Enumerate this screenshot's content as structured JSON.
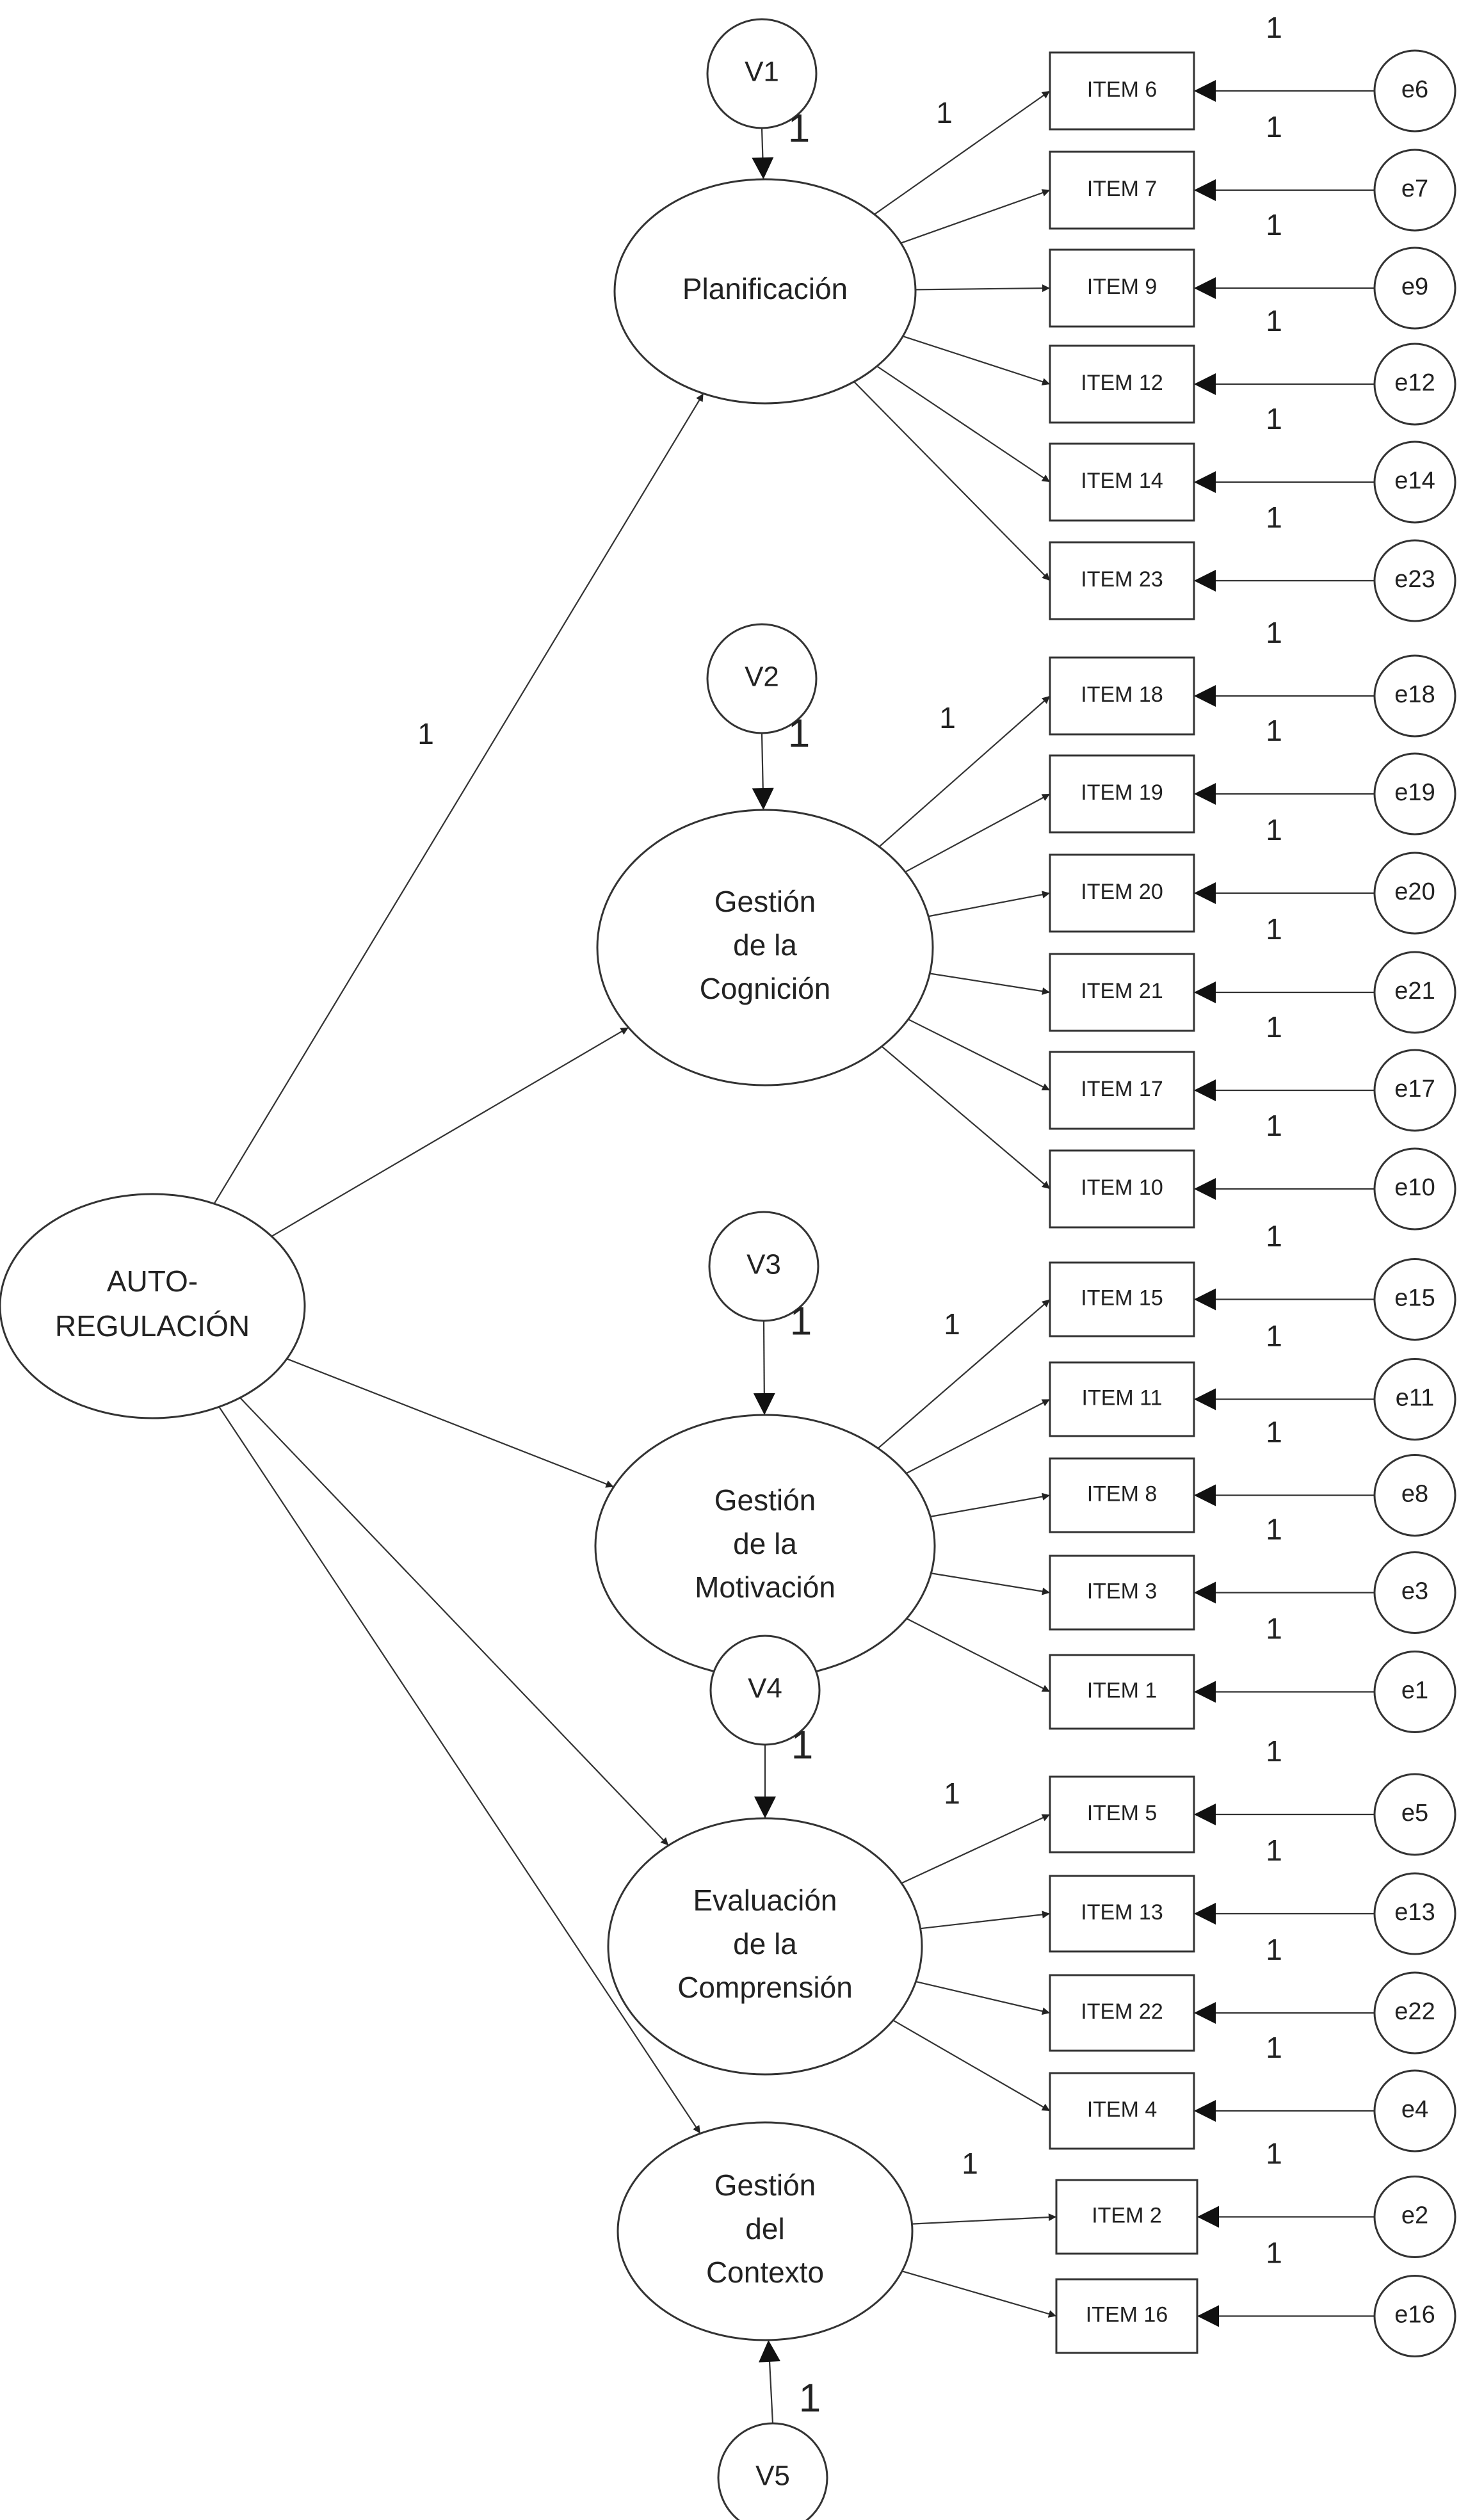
{
  "colors": {
    "stroke": "#333333",
    "text": "#222222",
    "background": "#ffffff"
  },
  "edge_weight": "1",
  "root": {
    "lines": [
      "AUTO-",
      "REGULACIÓN"
    ]
  },
  "factors": [
    {
      "lines": [
        "Planificación"
      ],
      "disturbance": "V1",
      "items": [
        {
          "label": "ITEM 6",
          "error": "e6"
        },
        {
          "label": "ITEM 7",
          "error": "e7"
        },
        {
          "label": "ITEM 9",
          "error": "e9"
        },
        {
          "label": "ITEM 12",
          "error": "e12"
        },
        {
          "label": "ITEM 14",
          "error": "e14"
        },
        {
          "label": "ITEM 23",
          "error": "e23"
        }
      ]
    },
    {
      "lines": [
        "Gestión",
        "de la",
        "Cognición"
      ],
      "disturbance": "V2",
      "items": [
        {
          "label": "ITEM 18",
          "error": "e18"
        },
        {
          "label": "ITEM 19",
          "error": "e19"
        },
        {
          "label": "ITEM 20",
          "error": "e20"
        },
        {
          "label": "ITEM 21",
          "error": "e21"
        },
        {
          "label": "ITEM 17",
          "error": "e17"
        },
        {
          "label": "ITEM 10",
          "error": "e10"
        }
      ]
    },
    {
      "lines": [
        "Gestión",
        "de la",
        "Motivación"
      ],
      "disturbance": "V3",
      "items": [
        {
          "label": "ITEM 15",
          "error": "e15"
        },
        {
          "label": "ITEM 11",
          "error": "e11"
        },
        {
          "label": "ITEM 8",
          "error": "e8"
        },
        {
          "label": "ITEM 3",
          "error": "e3"
        },
        {
          "label": "ITEM 1",
          "error": "e1"
        }
      ]
    },
    {
      "lines": [
        "Evaluación",
        "de la",
        "Comprensión"
      ],
      "disturbance": "V4",
      "items": [
        {
          "label": "ITEM 5",
          "error": "e5"
        },
        {
          "label": "ITEM 13",
          "error": "e13"
        },
        {
          "label": "ITEM 22",
          "error": "e22"
        },
        {
          "label": "ITEM 4",
          "error": "e4"
        }
      ]
    },
    {
      "lines": [
        "Gestión",
        "del",
        "Contexto"
      ],
      "disturbance": "V5",
      "items": [
        {
          "label": "ITEM 2",
          "error": "e2"
        },
        {
          "label": "ITEM 16",
          "error": "e16"
        }
      ]
    }
  ]
}
